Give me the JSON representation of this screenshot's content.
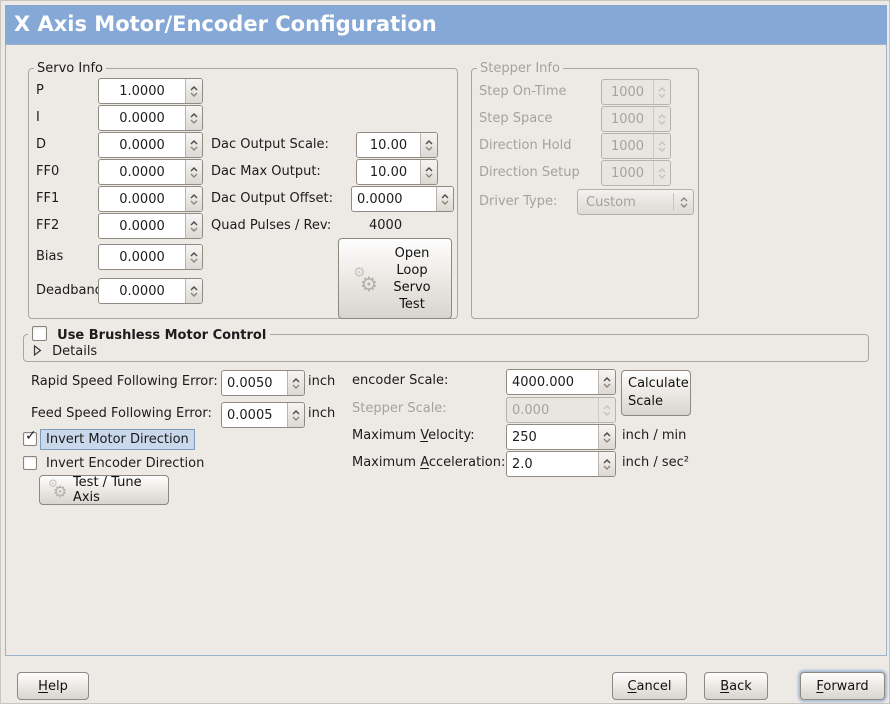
{
  "window": {
    "title": "X Axis Motor/Encoder Configuration"
  },
  "colors": {
    "titlebar": "#85a8d6",
    "highlight_bg": "#c9d8ea",
    "highlight_border": "#7e9cbd",
    "background": "#edeae6"
  },
  "icons": {
    "gear": "⚙",
    "checkmark": "✓"
  },
  "servo_frame": {
    "title": "Servo Info",
    "params": [
      {
        "label": "P",
        "value": "1.0000"
      },
      {
        "label": "I",
        "value": "0.0000"
      },
      {
        "label": "D",
        "value": "0.0000"
      },
      {
        "label": "FF0",
        "value": "0.0000"
      },
      {
        "label": "FF1",
        "value": "0.0000"
      },
      {
        "label": "FF2",
        "value": "0.0000"
      },
      {
        "label": "Bias",
        "value": "0.0000"
      },
      {
        "label": "Deadband",
        "value": "0.0000"
      }
    ],
    "dac": [
      {
        "label": "Dac Output Scale:",
        "value": "10.00"
      },
      {
        "label": "Dac Max Output:",
        "value": "10.00"
      },
      {
        "label": "Dac Output Offset:",
        "value": "0.0000"
      }
    ],
    "quad_label": "Quad Pulses / Rev:",
    "quad_value": "4000",
    "open_loop_button": "Open\nLoop\nServo\nTest"
  },
  "stepper_frame": {
    "title": "Stepper Info",
    "rows": [
      {
        "label": "Step On-Time",
        "value": "1000"
      },
      {
        "label": "Step Space",
        "value": "1000"
      },
      {
        "label": "Direction Hold",
        "value": "1000"
      },
      {
        "label": "Direction Setup",
        "value": "1000"
      }
    ],
    "driver_type_label": "Driver Type:",
    "driver_type_value": "Custom"
  },
  "brushless": {
    "checkbox_label": "Use Brushless Motor Control",
    "checkbox_checked": false,
    "expander_label": "Details"
  },
  "following_error": {
    "rapid_label": "Rapid Speed Following Error:",
    "rapid_value": "0.0050",
    "rapid_unit": "inch",
    "feed_label": "Feed Speed Following Error:",
    "feed_value": "0.0005",
    "feed_unit": "inch"
  },
  "scale_section": {
    "encoder_label": "encoder Scale:",
    "encoder_value": "4000.000",
    "calculate_button": "Calculate\nScale",
    "stepper_label": "Stepper Scale:",
    "stepper_value": "0.000",
    "velocity_label": {
      "pre": "Maximum ",
      "key": "V",
      "post": "elocity:"
    },
    "velocity_value": "250",
    "velocity_unit": "inch / min",
    "accel_label": {
      "pre": "Maximum ",
      "key": "A",
      "post": "cceleration:"
    },
    "accel_value": "2.0",
    "accel_unit": "inch / sec²"
  },
  "invert": {
    "motor_label": "Invert Motor Direction",
    "motor_checked": true,
    "encoder_label": "Invert Encoder Direction",
    "encoder_checked": false
  },
  "test_tune_button": "Test / Tune Axis",
  "footer": {
    "help": {
      "pre": "",
      "key": "H",
      "post": "elp"
    },
    "cancel": {
      "pre": "",
      "key": "C",
      "post": "ancel"
    },
    "back": {
      "pre": "",
      "key": "B",
      "post": "ack"
    },
    "forward": {
      "pre": "",
      "key": "F",
      "post": "orward"
    }
  }
}
